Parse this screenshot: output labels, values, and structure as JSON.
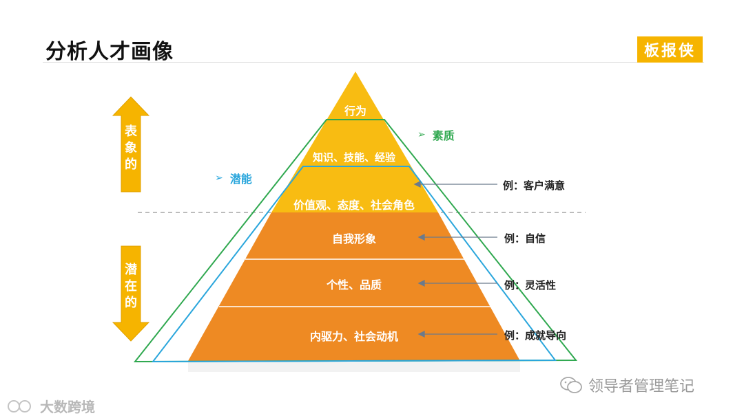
{
  "header": {
    "title": "分析人才画像",
    "brand": "板报侠"
  },
  "side_arrows": {
    "up_label": [
      "表",
      "象",
      "的"
    ],
    "down_label": [
      "潜",
      "在",
      "的"
    ]
  },
  "tags": {
    "qianneng": "潜能",
    "suzhi": "素质"
  },
  "pyramid": {
    "layers": [
      "行为",
      "知识、技能、经验",
      "价值观、态度、社会角色",
      "自我形象",
      "个性、品质",
      "内驱力、社会动机"
    ]
  },
  "examples": {
    "customer": "例：客户满意",
    "confidence": "例：自信",
    "flexible": "例：灵活性",
    "achievement": "例：成就导向"
  },
  "footer": {
    "left_watermark": "大数跨境",
    "right_watermark": "领导者管理笔记"
  },
  "colors": {
    "yellow": "#f8bc12",
    "orange": "#ee8a23",
    "green": "#2fa84f",
    "blue": "#2aa6dc",
    "arrow_fill": "#f6b400",
    "tag_blue": "#2aa6dc",
    "tag_green": "#2fa84f"
  }
}
